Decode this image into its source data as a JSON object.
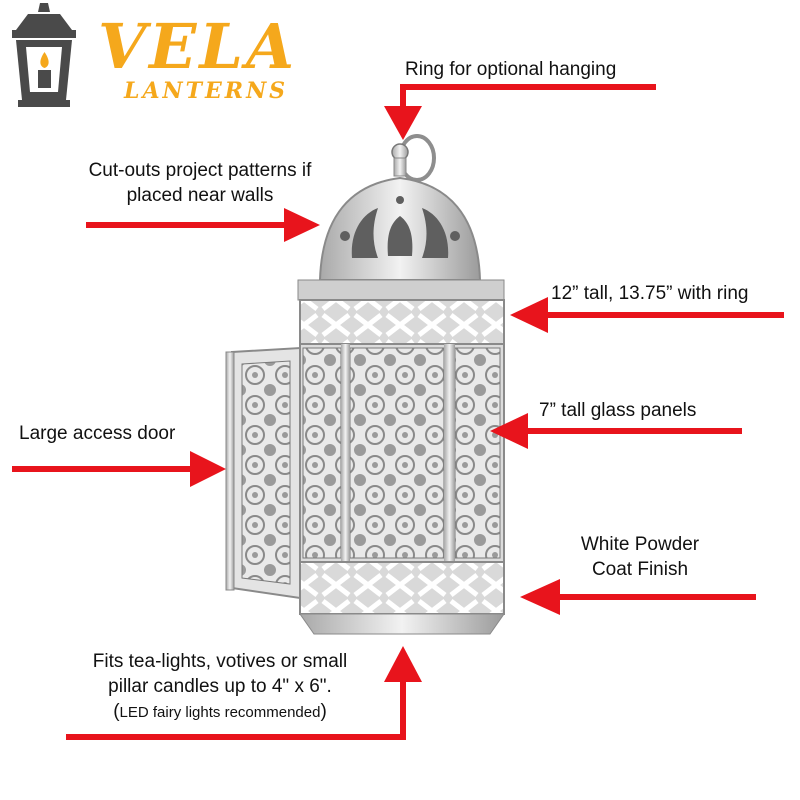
{
  "brand": {
    "name": "VELA",
    "sub": "LANTERNS",
    "color": "#f5a81c",
    "logo_icon": "lantern-icon"
  },
  "callouts": {
    "ring": "Ring for optional hanging",
    "cutouts_1": "Cut-outs project patterns if",
    "cutouts_2": "placed near walls",
    "height": "12” tall, 13.75” with ring",
    "glass": "7” tall glass panels",
    "door": "Large access door",
    "finish_1": "White Powder",
    "finish_2": "Coat Finish",
    "fits_1": "Fits tea-lights, votives or small",
    "fits_2": "pillar candles up to 4\" x 6\".",
    "fits_3a": "(",
    "fits_3b": "LED fairy lights recommended",
    "fits_3c": ")"
  },
  "colors": {
    "arrow": "#e8141c",
    "metal": "#c8c8c8",
    "metal_dark": "#6f6f6f",
    "logo_gray": "#4a4a4a",
    "flame": "#f5a81c"
  },
  "product_icon": "moroccan-lantern-icon"
}
